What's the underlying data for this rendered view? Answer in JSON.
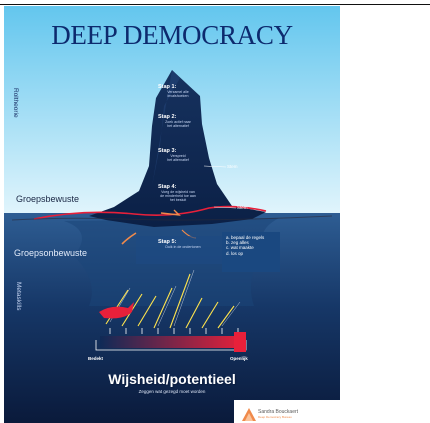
{
  "poster": {
    "title": "DEEP DEMOCRACY",
    "side_labels": {
      "top": "Roltheorie",
      "bottom": "Metaskills"
    },
    "levels": {
      "conscious": "Groepsbewuste",
      "unconscious": "Groepsonbewuste"
    },
    "steps": [
      {
        "title": "Stap 1:",
        "sub": [
          "Verzamel alle",
          "invalshoeken"
        ]
      },
      {
        "title": "Stap 2:",
        "sub": [
          "Zoek actief naar",
          "het alternatief"
        ]
      },
      {
        "title": "Stap 3:",
        "sub": [
          "Verspreid",
          "het alternatief"
        ]
      },
      {
        "title": "Stap 4:",
        "sub": [
          "Voeg de wijsheid van",
          "de minderheid toe aan",
          "het besluit"
        ]
      },
      {
        "title": "Stap 5:",
        "sub": [
          "Duik in de ondertonen"
        ]
      }
    ],
    "stem_labels": [
      "Stem",
      "Stem"
    ],
    "rules_box": [
      "a. bepaal de regels",
      "b. zeg alles",
      "c. wat maakte",
      "d. los op"
    ],
    "scale": {
      "left": "Bedekt",
      "right": "Openlijk"
    },
    "wisdom_title": "Wijsheid/potentieel",
    "wisdom_sub": "Zeggen wat gezegd moet worden",
    "colors": {
      "sky_top": "#69c9ef",
      "sky_bottom": "#dff4fc",
      "water_top": "#2c5a8f",
      "water_bottom": "#0a1b3d",
      "iceberg": "#0e2a55",
      "accent_red": "#e8203a",
      "accent_orange": "#f08a4b"
    }
  },
  "credit": {
    "name": "Sandra Bouckaert",
    "sub": "Deep Democracy Bureau"
  }
}
